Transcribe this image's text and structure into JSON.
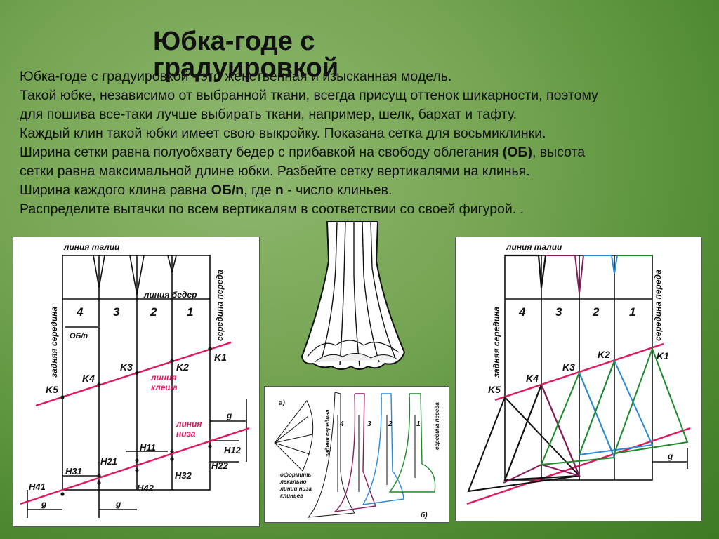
{
  "title": "Юбка-годе с градуировкой",
  "paragraphs": [
    {
      "parts": [
        {
          "t": "Юбка-годе с градуировкой - это женственная и изысканная модель."
        }
      ]
    },
    {
      "parts": [
        {
          "t": "Такой юбке, независимо от выбранной ткани, всегда присущ оттенок шикарности, поэтому"
        }
      ]
    },
    {
      "parts": [
        {
          "t": "для пошива все-таки лучше выбирать ткани,  например, шелк, бархат и тафту."
        }
      ]
    },
    {
      "parts": [
        {
          "t": "Каждый клин такой юбки имеет свою выкройку. Показана сетка для восьмиклинки."
        }
      ]
    },
    {
      "parts": [
        {
          "t": "Ширина сетки равна полуобхвату бедер с прибавкой на свободу облегания "
        },
        {
          "t": "(ОБ)",
          "b": true
        },
        {
          "t": ", высота"
        }
      ]
    },
    {
      "parts": [
        {
          "t": "сетки равна максимальной длине юбки. Разбейте сетку вертикалями на клинья."
        }
      ]
    },
    {
      "parts": [
        {
          "t": "Ширина каждого клина равна "
        },
        {
          "t": "ОБ/n",
          "b": true
        },
        {
          "t": ", где "
        },
        {
          "t": "n",
          "b": true
        },
        {
          "t": " - число клиньев."
        }
      ]
    },
    {
      "parts": [
        {
          "t": "Распределите вытачки по всем вертикалям в соответствии со своей фигурой. ."
        }
      ]
    }
  ],
  "left_diagram": {
    "waist_line": "линия талии",
    "hip_line": "линия бедер",
    "back_center": "задняя середина",
    "front_center": "середина переда",
    "panels": [
      "4",
      "3",
      "2",
      "1"
    ],
    "ob_n": "ОБ/n",
    "flare_line": [
      "линия",
      "клеша"
    ],
    "hem_line": [
      "линия",
      "низа"
    ],
    "points_k": [
      "K5",
      "K4",
      "K3",
      "K2",
      "K1"
    ],
    "points_h": [
      "H41",
      "H31",
      "H21",
      "H11",
      "H12",
      "H22",
      "H32",
      "H42"
    ],
    "g": "g"
  },
  "middle_diagram": {
    "label_a": "а)",
    "label_b": "б)",
    "back_center": "задняя середина",
    "front_center": "середина переда",
    "panels": [
      "4",
      "3",
      "2",
      "1"
    ],
    "note": [
      "оформить",
      "лекально",
      "линии низа",
      "клиньев"
    ]
  },
  "right_diagram": {
    "waist_line": "линия талии",
    "back_center": "задняя середина",
    "front_center": "середина переда",
    "panels": [
      "4",
      "3",
      "2",
      "1"
    ],
    "points_k": [
      "K5",
      "K4",
      "K3",
      "K2",
      "K1"
    ],
    "g": "g"
  },
  "colors": {
    "flare_line": "#e0185a",
    "panel_maroon": "#8b1a5c",
    "panel_blue": "#2a8ad6",
    "panel_green": "#1d8a2a"
  }
}
